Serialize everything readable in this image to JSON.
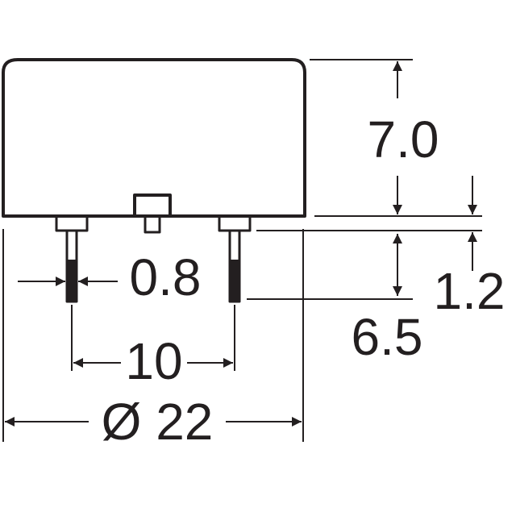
{
  "diagram": {
    "dimensions": {
      "height_body": "7.0",
      "standoff": "1.2",
      "pin_length": "6.5",
      "pin_diameter": "0.8",
      "pin_spacing": "10",
      "outer_diameter": "Ø 22"
    },
    "colors": {
      "line": "#231f20",
      "background": "#ffffff"
    }
  }
}
